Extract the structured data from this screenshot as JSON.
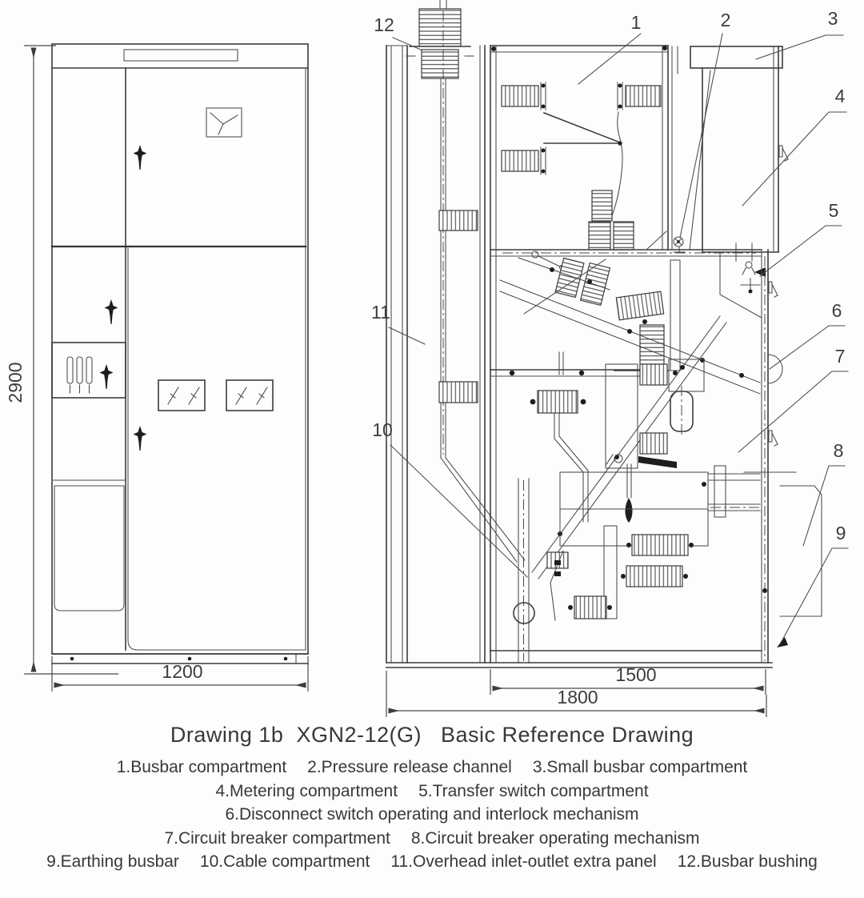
{
  "caption": {
    "title": "Drawing 1b  XGN2-12(G)   Basic Reference Drawing"
  },
  "legend": {
    "items": [
      {
        "text": "1.Busbar compartment"
      },
      {
        "text": "2.Pressure release channel"
      },
      {
        "text": "3.Small busbar compartment"
      },
      {
        "text": "4.Metering compartment"
      },
      {
        "text": "5.Transfer switch compartment"
      },
      {
        "text": "6.Disconnect switch operating and interlock mechanism"
      },
      {
        "text": "7.Circuit breaker compartment"
      },
      {
        "text": "8.Circuit breaker operating mechanism"
      },
      {
        "text": "9.Earthing busbar"
      },
      {
        "text": "10.Cable compartment"
      },
      {
        "text": "11.Overhead inlet-outlet extra panel"
      },
      {
        "text": "12.Busbar bushing"
      }
    ]
  },
  "dimensions": {
    "height": "2900",
    "front_width": "1200",
    "inner_depth": "1500",
    "total_depth": "1800"
  },
  "callouts": {
    "labels": [
      "1",
      "2",
      "3",
      "4",
      "5",
      "6",
      "7",
      "8",
      "9",
      "10",
      "11",
      "12"
    ]
  },
  "colors": {
    "line": "#3c3c3c",
    "text": "#3d3d3d",
    "background": "#fdfdfd"
  }
}
